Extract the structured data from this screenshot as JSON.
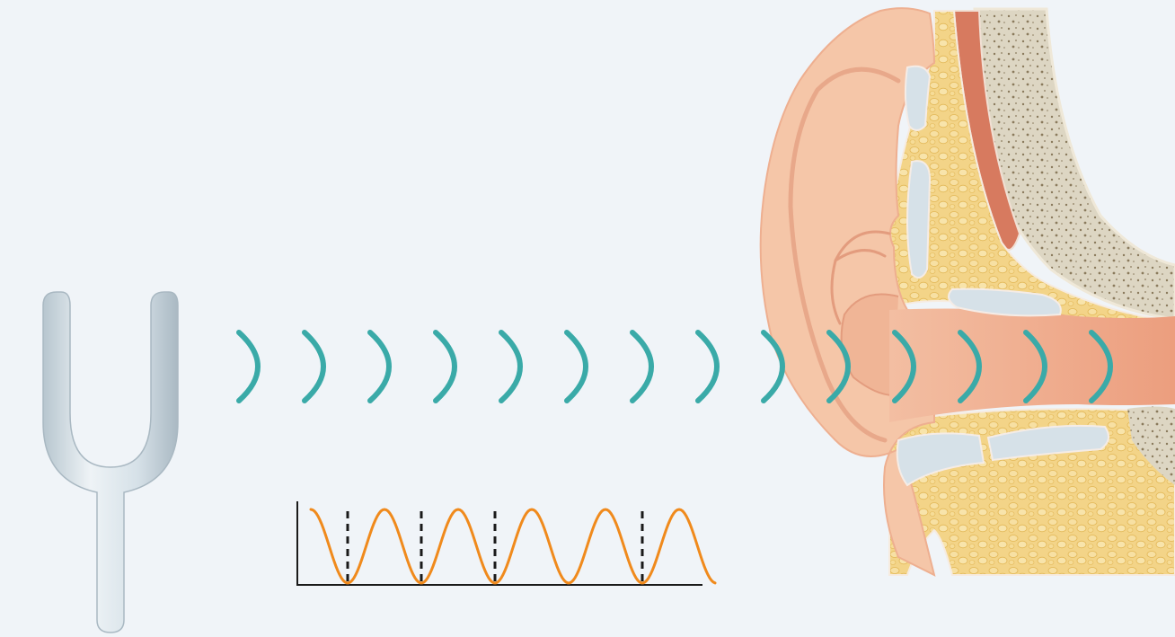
{
  "colors": {
    "background": "#f0f4f8",
    "fork": "#d8e3ea",
    "fork_edge": "#a9b8c2",
    "wave_arc": "#3aaaa8",
    "signal_line": "#f08a1c",
    "dashed_marker": "#1a1a1a",
    "skin": "#f5c6a8",
    "skin_shadow": "#e8a88a",
    "canal": "#f0b596",
    "fat": "#f3d488",
    "cartilage": "#d6e1e8",
    "bone": "#ddd6c3",
    "bone_pores": "#8a7a5c",
    "muscle": "#d77a5f"
  },
  "diagram": {
    "objects": [
      "tuning-fork",
      "sound-wave-arcs",
      "waveform-plot",
      "ear-cross-section"
    ],
    "sound_wave_arc_count": 14,
    "waveform": {
      "type": "sine-like periodic wave",
      "visible_peaks": 5,
      "dashed_markers_at_peaks": [
        1,
        2,
        3,
        5
      ]
    }
  }
}
